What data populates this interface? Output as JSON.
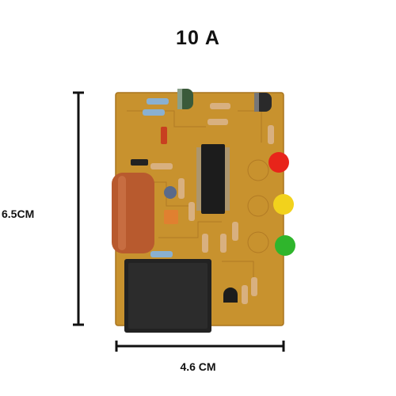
{
  "title": "10 A",
  "height_label": "6.5CM",
  "width_label": "4.6 CM",
  "board": {
    "relay_text": "",
    "colors": {
      "pcb": "#c8922e",
      "capacitor": "#b85a2e",
      "relay": "#222222",
      "led_red": "#e8241a",
      "led_yellow": "#f2d21c",
      "led_green": "#2fb52c"
    }
  }
}
